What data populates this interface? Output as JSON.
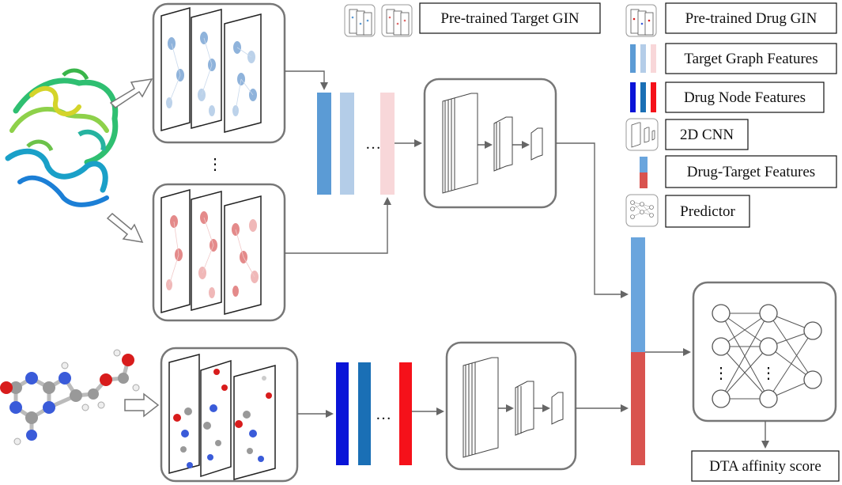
{
  "legend": {
    "target_gin": "Pre-trained Target GIN",
    "drug_gin": "Pre-trained Drug GIN",
    "target_graph_features": "Target Graph Features",
    "drug_node_features": "Drug Node Features",
    "cnn_2d": "2D CNN",
    "drug_target_features": "Drug-Target Features",
    "predictor": "Predictor"
  },
  "output": {
    "label": "DTA affinity score"
  },
  "ellipsis": {
    "target_graphs_vertical": "⋮",
    "target_features": "…",
    "drug_features": "…",
    "predictor_left": "⋮",
    "predictor_mid": "⋮"
  },
  "colors": {
    "target_feature_1": "#5b9bd5",
    "target_feature_2": "#b4cde8",
    "target_feature_3": "#f8d7d9",
    "drug_feature_1": "#0a14d8",
    "drug_feature_2": "#1a6fb5",
    "drug_feature_3": "#f5111a",
    "fused_top": "#6aa5dd",
    "fused_bottom": "#d9534f",
    "box_stroke": "#777777",
    "arrow": "#666666"
  }
}
